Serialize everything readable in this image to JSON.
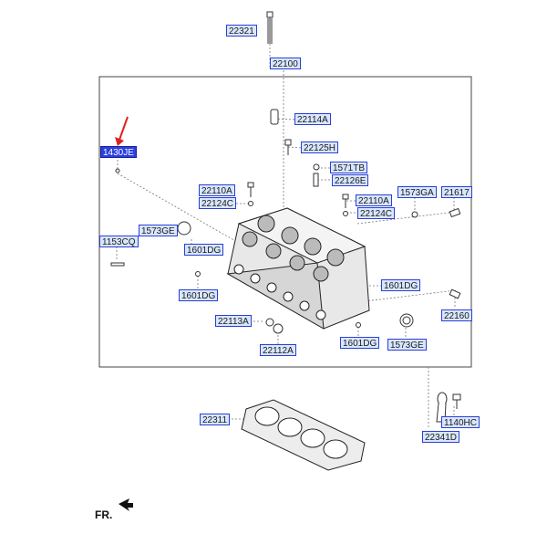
{
  "diagram": {
    "direction_label": "FR.",
    "colors": {
      "label_bg": "#d8e6ff",
      "label_border": "#2a3fd6",
      "selected_bg": "#2d3fdc",
      "arrow": "#e0201a"
    },
    "parts": [
      {
        "id": "22321",
        "label": "22321"
      },
      {
        "id": "22100",
        "label": "22100"
      },
      {
        "id": "22114A",
        "label": "22114A"
      },
      {
        "id": "1430JE",
        "label": "1430JE",
        "selected": true
      },
      {
        "id": "22125H",
        "label": "22125H"
      },
      {
        "id": "1571TB",
        "label": "1571TB"
      },
      {
        "id": "22126E",
        "label": "22126E"
      },
      {
        "id": "22110A-1",
        "label": "22110A"
      },
      {
        "id": "22124C-1",
        "label": "22124C"
      },
      {
        "id": "22110A-2",
        "label": "22110A"
      },
      {
        "id": "1573GA",
        "label": "1573GA"
      },
      {
        "id": "21617",
        "label": "21617"
      },
      {
        "id": "22124C-2",
        "label": "22124C"
      },
      {
        "id": "1573GE-1",
        "label": "1573GE"
      },
      {
        "id": "1153CQ",
        "label": "1153CQ"
      },
      {
        "id": "1601DG-1",
        "label": "1601DG"
      },
      {
        "id": "1601DG-2",
        "label": "1601DG"
      },
      {
        "id": "1601DG-3",
        "label": "1601DG"
      },
      {
        "id": "22160",
        "label": "22160"
      },
      {
        "id": "22113A",
        "label": "22113A"
      },
      {
        "id": "1601DG-4",
        "label": "1601DG"
      },
      {
        "id": "1573GE-2",
        "label": "1573GE"
      },
      {
        "id": "22112A",
        "label": "22112A"
      },
      {
        "id": "22311",
        "label": "22311"
      },
      {
        "id": "1140HC",
        "label": "1140HC"
      },
      {
        "id": "22341D",
        "label": "22341D"
      }
    ]
  }
}
